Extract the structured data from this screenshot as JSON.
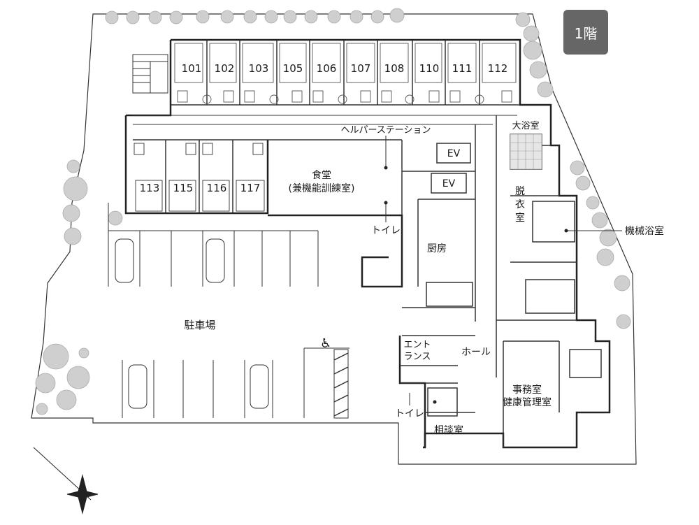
{
  "floor_label": "1階",
  "rooms": {
    "r101": "101",
    "r102": "102",
    "r103": "103",
    "r105": "105",
    "r106": "106",
    "r107": "107",
    "r108": "108",
    "r110": "110",
    "r111": "111",
    "r112": "112",
    "r113": "113",
    "r115": "115",
    "r116": "116",
    "r117": "117"
  },
  "labels": {
    "helper_station": "ヘルパーステーション",
    "ev": "EV",
    "dining_line1": "食堂",
    "dining_line2": "(兼機能訓練室)",
    "toilet": "トイレ",
    "kitchen": "厨房",
    "large_bath": "大浴室",
    "dressing_1": "脱",
    "dressing_2": "衣",
    "dressing_3": "室",
    "machine_bath": "機械浴室",
    "parking": "駐車場",
    "entrance_line1": "エント",
    "entrance_line2": "ランス",
    "hall": "ホール",
    "office_line1": "事務室",
    "office_line2": "健康管理室",
    "consultation": "相談室"
  }
}
